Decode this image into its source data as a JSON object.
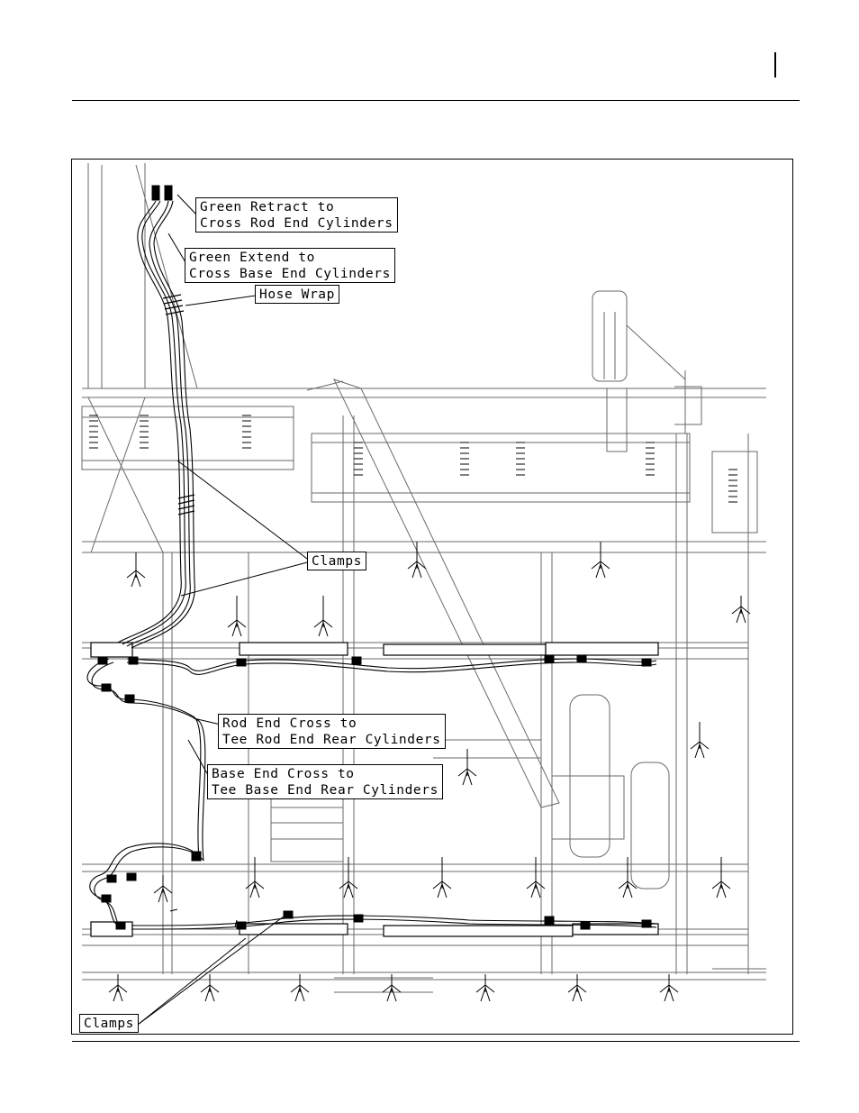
{
  "diagram": {
    "labels": {
      "green_retract": [
        "Green Retract to",
        "Cross Rod End Cylinders"
      ],
      "green_extend": [
        "Green Extend to",
        "Cross Base End Cylinders"
      ],
      "hose_wrap": "Hose Wrap",
      "clamps_upper": "Clamps",
      "rod_end_cross": [
        "Rod End Cross to",
        "Tee Rod End Rear Cylinders"
      ],
      "base_end_cross": [
        "Base End Cross to",
        "Tee Base End Rear Cylinders"
      ],
      "clamps_lower": "Clamps"
    },
    "colors": {
      "line": "#000000",
      "gray": "#6a6a6a",
      "paper": "#ffffff"
    }
  }
}
